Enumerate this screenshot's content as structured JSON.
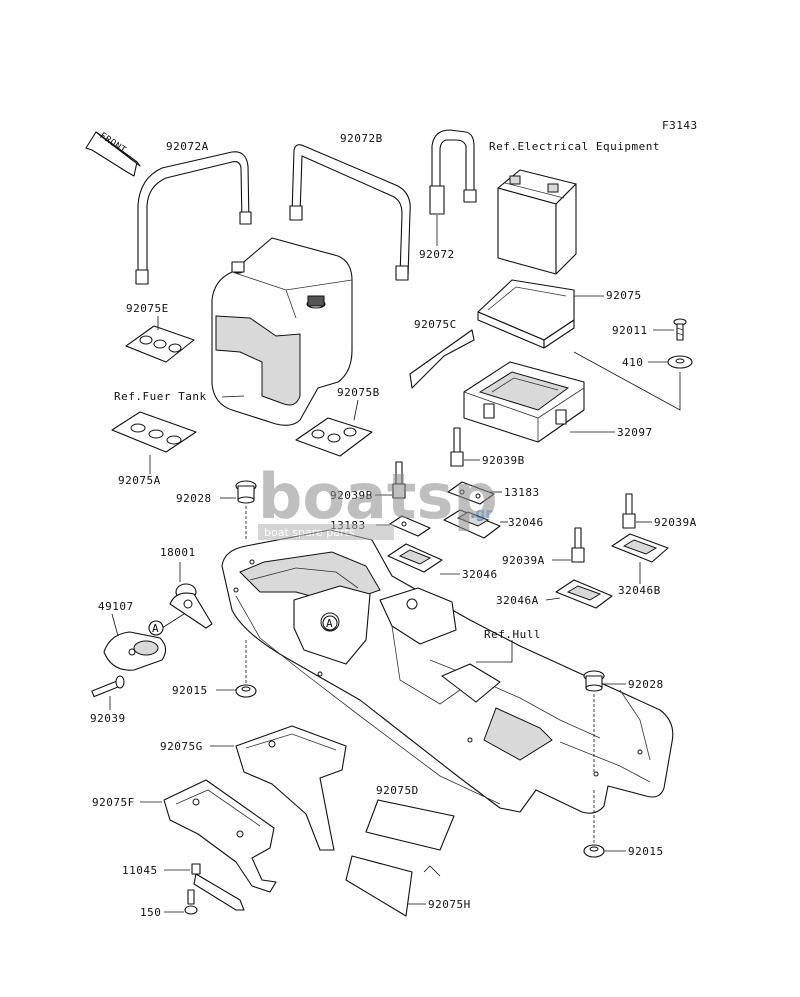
{
  "figure_code": "F3143",
  "front_label": "FRONT",
  "watermark": {
    "text": "boatsp",
    "domain": ".gr",
    "tagline": "boat spare parts"
  },
  "callout_letter": "A",
  "labels": {
    "p92072A": "92072A",
    "p92072B": "92072B",
    "p92072": "92072",
    "ref_elec": "Ref.Electrical Equipment",
    "p92075": "92075",
    "p92075E": "92075E",
    "p92011": "92011",
    "p92075C": "92075C",
    "p410": "410",
    "ref_fuel": "Ref.Fuer Tank",
    "p92075B": "92075B",
    "p32097": "32097",
    "p92075A": "92075A",
    "p92039B_1": "92039B",
    "p92028_1": "92028",
    "p92039B_2": "92039B",
    "p13183_1": "13183",
    "p13183_2": "13183",
    "p32046_1": "32046",
    "p92039A_1": "92039A",
    "p18001": "18001",
    "p92039A_2": "92039A",
    "p32046_2": "32046",
    "p49107": "49107",
    "p32046A": "32046A",
    "p32046B": "32046B",
    "ref_hull": "Ref.Hull",
    "p92015_1": "92015",
    "p92028_2": "92028",
    "p92039": "92039",
    "p92075G": "92075G",
    "p92075D": "92075D",
    "p92075F": "92075F",
    "p92015_2": "92015",
    "p11045": "11045",
    "p92075H": "92075H",
    "p150": "150"
  },
  "colors": {
    "ink": "#111111",
    "watermark_gray": "#8c8c8c",
    "watermark_blue": "#1d5f9c",
    "paper": "#ffffff"
  }
}
